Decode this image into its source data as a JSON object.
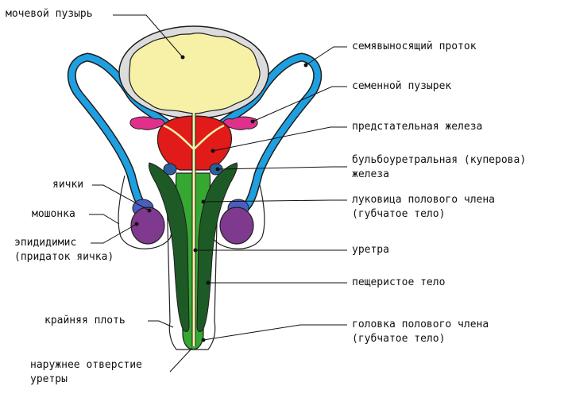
{
  "labels": {
    "bladder": "мочевой пузырь",
    "vas_deferens": "семявыносящий проток",
    "seminal_vesicle": "семенной пузырек",
    "prostate": "предстательная железа",
    "bulbourethral_1": "бульбоуретральная (куперова)",
    "bulbourethral_2": "железа",
    "bulb_1": "луковица полового члена",
    "bulb_2": "(губчатое тело)",
    "urethra": "уретра",
    "corpus_cavernosum": "пещеристое тело",
    "glans_1": "головка полового члена",
    "glans_2": "(губчатое тело)",
    "testes": "яички",
    "scrotum": "мошонка",
    "epididymis_1": "эпидидимис",
    "epididymis_2": "(придаток яичка)",
    "foreskin": "крайняя плоть",
    "meatus_1": "наружнее отверстие",
    "meatus_2": "уретры"
  },
  "colors": {
    "bladder_wall": "#dcdcdc",
    "bladder_lumen": "#f6f1a6",
    "urethra": "#f6f1a6",
    "vas_deferens": "#1e9fe0",
    "seminal_vesicle": "#e0308c",
    "prostate": "#e11a1a",
    "bulbourethral_gland": "#2b5f9e",
    "corpus_spongiosum": "#36a832",
    "corpus_cavernosum": "#1d5a26",
    "testis": "#7f3a8f",
    "epididymis": "#4a5ec2"
  }
}
